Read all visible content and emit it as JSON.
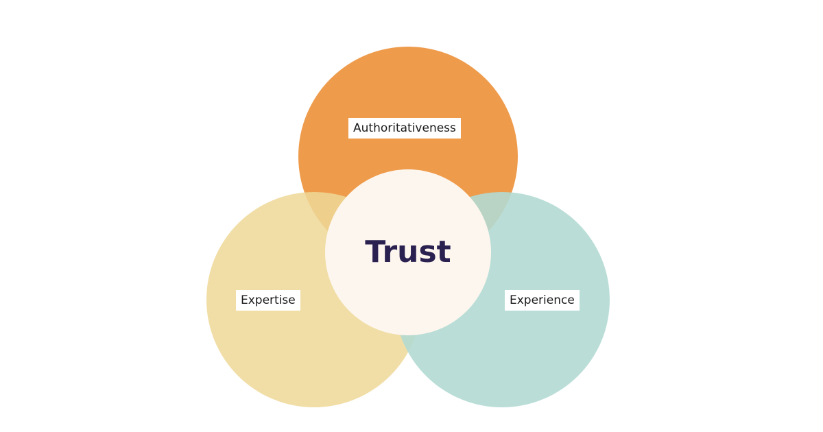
{
  "diagram": {
    "center_label": "Trust",
    "circles": [
      {
        "label": "Authoritativeness",
        "color": "#EE9B4B"
      },
      {
        "label": "Expertise",
        "color": "#EFD898"
      },
      {
        "label": "Experience",
        "color": "#B2DAD3"
      }
    ],
    "center_color": "#FDF6EE",
    "text_color": "#2B2150"
  }
}
